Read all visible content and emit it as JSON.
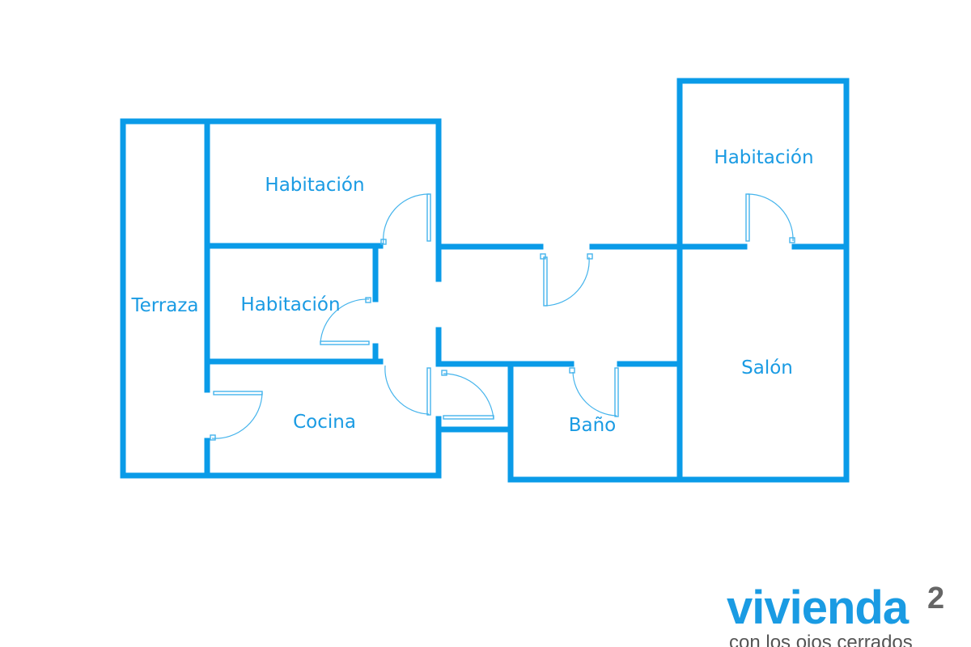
{
  "floorplan": {
    "rooms": {
      "terraza": "Terraza",
      "habitacion_top": "Habitación",
      "habitacion_mid": "Habitación",
      "cocina": "Cocina",
      "bano": "Baño",
      "habitacion_right": "Habitación",
      "salon": "Salón"
    },
    "colors": {
      "wall": "#0a9be8",
      "door": "#45b4ec",
      "label": "#1a9be3"
    }
  },
  "brand": {
    "name": "vivienda",
    "superscript": "2",
    "tagline": "con los ojos cerrados",
    "color": "#1a9be3",
    "superscript_color": "#666666"
  }
}
